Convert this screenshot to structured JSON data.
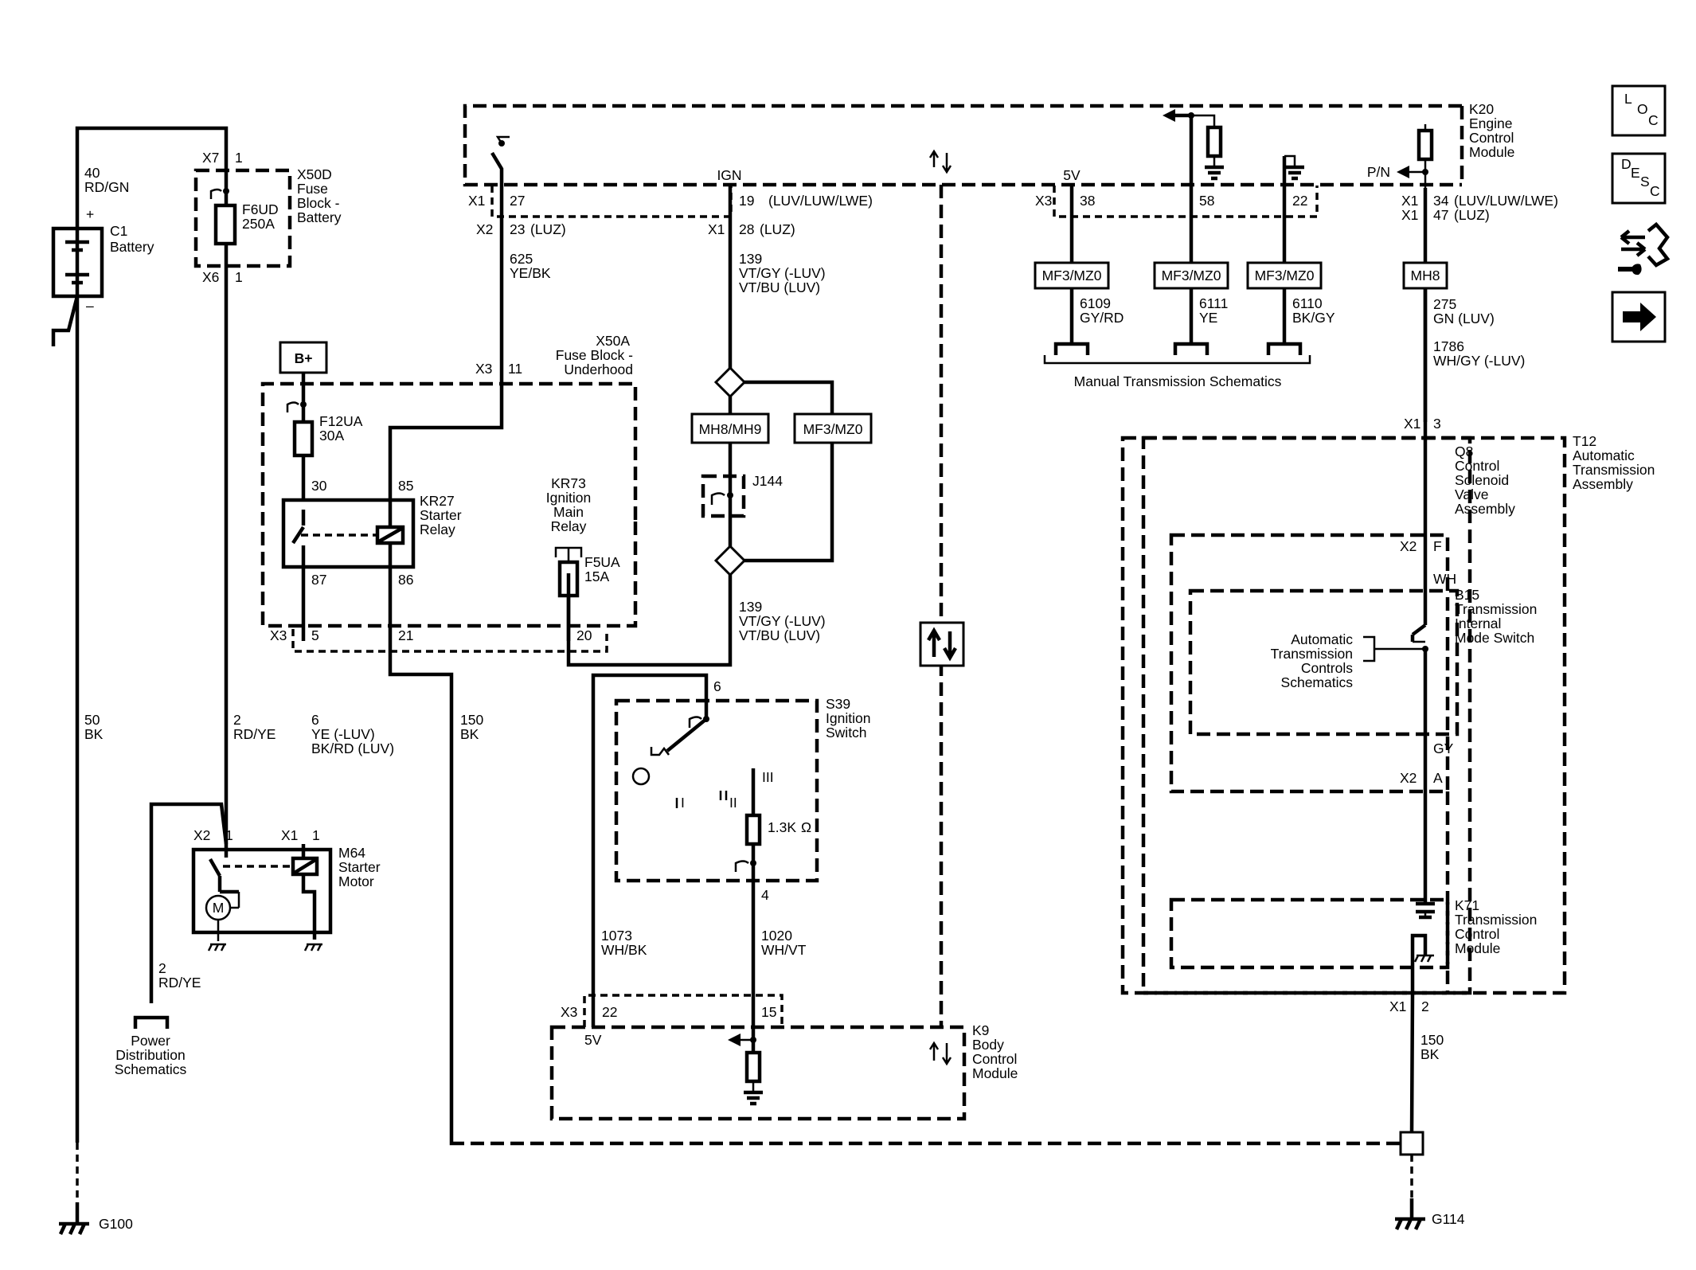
{
  "battery": {
    "name": "C1",
    "desc": [
      "Battery"
    ],
    "plus": "+",
    "minus": "–",
    "wire": {
      "num": "40",
      "color": "RD/GN"
    }
  },
  "fuse_battery": {
    "name": "X50D",
    "desc": [
      "Fuse",
      "Block -",
      "Battery"
    ],
    "conn_top": "X7",
    "pin_top": "1",
    "conn_bot": "X6",
    "pin_bot": "1",
    "fuse": "F6UD",
    "rating": "250A"
  },
  "b_plus": "B+",
  "fuse_underhood": {
    "name": "X50A",
    "desc": [
      "Fuse Block -",
      "Underhood"
    ],
    "conn_in": "X3",
    "pin_in": "11",
    "fuse": "F12UA",
    "rating": "30A",
    "conn_out": "X3",
    "pins_out": [
      "5",
      "21",
      "20"
    ]
  },
  "starter_relay": {
    "name": "KR27",
    "desc": [
      "Starter",
      "Relay"
    ],
    "pins": [
      "30",
      "85",
      "87",
      "86"
    ]
  },
  "ign_relay": {
    "name": "KR73",
    "desc": [
      "Ignition",
      "Main",
      "Relay"
    ],
    "fuse": "F5UA",
    "rating": "15A"
  },
  "ecm": {
    "name": "K20",
    "desc": [
      "Engine",
      "Control",
      "Module"
    ],
    "ign_label": "IGN",
    "v5": "5V",
    "pn": "P/N",
    "pins": [
      {
        "conn": "X1",
        "pin": "27",
        "note": ""
      },
      {
        "conn": "X2",
        "pin": "23",
        "note": "(LUZ)"
      },
      {
        "conn": "X1",
        "pin": "19",
        "note": "(LUV/LUW/LWE)"
      },
      {
        "conn": "X1",
        "pin": "28",
        "note": "(LUZ)"
      },
      {
        "conn": "X3",
        "pin": "38",
        "note": ""
      },
      {
        "conn": "",
        "pin": "58",
        "note": ""
      },
      {
        "conn": "",
        "pin": "22",
        "note": ""
      },
      {
        "conn": "X1",
        "pin": "34",
        "note": "(LUV/LUW/LWE)"
      },
      {
        "conn": "X1",
        "pin": "47",
        "note": "(LUZ)"
      }
    ]
  },
  "wires": {
    "w625": {
      "num": "625",
      "color": "YE/BK"
    },
    "w139a": {
      "num": "139",
      "lines": [
        "VT/GY (-LUV)",
        "VT/BU (LUV)"
      ]
    },
    "w139b": {
      "num": "139",
      "lines": [
        "VT/GY (-LUV)",
        "VT/BU (LUV)"
      ]
    },
    "w6109": {
      "num": "6109",
      "color": "GY/RD"
    },
    "w6111": {
      "num": "6111",
      "color": "YE"
    },
    "w6110": {
      "num": "6110",
      "color": "BK/GY"
    },
    "w275": {
      "num": "275",
      "color": "GN  (LUV)"
    },
    "w1786": {
      "num": "1786",
      "color": "WH/GY  (-LUV)"
    },
    "w50": {
      "num": "50",
      "color": "BK"
    },
    "w2a": {
      "num": "2",
      "color": "RD/YE"
    },
    "w6": {
      "num": "6",
      "lines": [
        "YE  (-LUV)",
        "BK/RD (LUV)"
      ]
    },
    "w150a": {
      "num": "150",
      "color": "BK"
    },
    "w2b": {
      "num": "2",
      "color": "RD/YE"
    },
    "w1073": {
      "num": "1073",
      "color": "WH/BK"
    },
    "w1020": {
      "num": "1020",
      "color": "WH/VT"
    },
    "w150b": {
      "num": "150",
      "color": "BK"
    }
  },
  "inline_boxes": {
    "a": "MF3/MZ0",
    "b": "MF3/MZ0",
    "c": "MF3/MZ0",
    "mh8": "MH8",
    "mh8mh9": "MH8/MH9",
    "mf3": "MF3/MZ0"
  },
  "manual_trans": "Manual Transmission Schematics",
  "jumper": "J144",
  "ignition_switch": {
    "name": "S39",
    "desc": [
      "Ignition",
      "Switch"
    ],
    "pin_in": "6",
    "pin_out": "4",
    "pos1": "I",
    "pos2": "II",
    "pos3": "III",
    "resistor": "1.3K",
    "ohm": "Ω"
  },
  "starter_motor": {
    "name": "M64",
    "desc": [
      "Starter",
      "Motor"
    ],
    "conn_a": "X2",
    "pin_a": "1",
    "conn_b": "X1",
    "pin_b": "1",
    "motor": "M"
  },
  "power_dist": [
    "Power",
    "Distribution",
    "Schematics"
  ],
  "bcm": {
    "name": "K9",
    "desc": [
      "Body",
      "Control",
      "Module"
    ],
    "conn": "X3",
    "pin_a": "22",
    "pin_b": "15",
    "v5": "5V"
  },
  "trans_assembly": {
    "name": "T12",
    "desc": [
      "Automatic",
      "Transmission",
      "Assembly"
    ]
  },
  "solenoid": {
    "name": "Q8",
    "desc": [
      "Control",
      "Solenoid",
      "Valve",
      "Assembly"
    ]
  },
  "mode_switch": {
    "name": "B15",
    "desc": [
      "Transmission",
      "Internal",
      "Mode Switch"
    ],
    "conn_top": "X2",
    "pin_top": "F",
    "wire_top": "WH",
    "wire_bot": "GY",
    "conn_bot": "X2",
    "pin_bot": "A"
  },
  "auto_trans_ref": [
    "Automatic",
    "Transmission",
    "Controls",
    "Schematics"
  ],
  "tcm": {
    "name": "K71",
    "desc": [
      "Transmission",
      "Control",
      "Module"
    ],
    "conn": "X1",
    "pin": "2"
  },
  "ecm_x1_pin3": {
    "conn": "X1",
    "pin": "3"
  },
  "grounds": {
    "left": "G100",
    "right": "G114"
  },
  "nav": {
    "loc": [
      "L",
      "O",
      "C"
    ],
    "desc": [
      "D",
      "E",
      "S",
      "C"
    ]
  }
}
